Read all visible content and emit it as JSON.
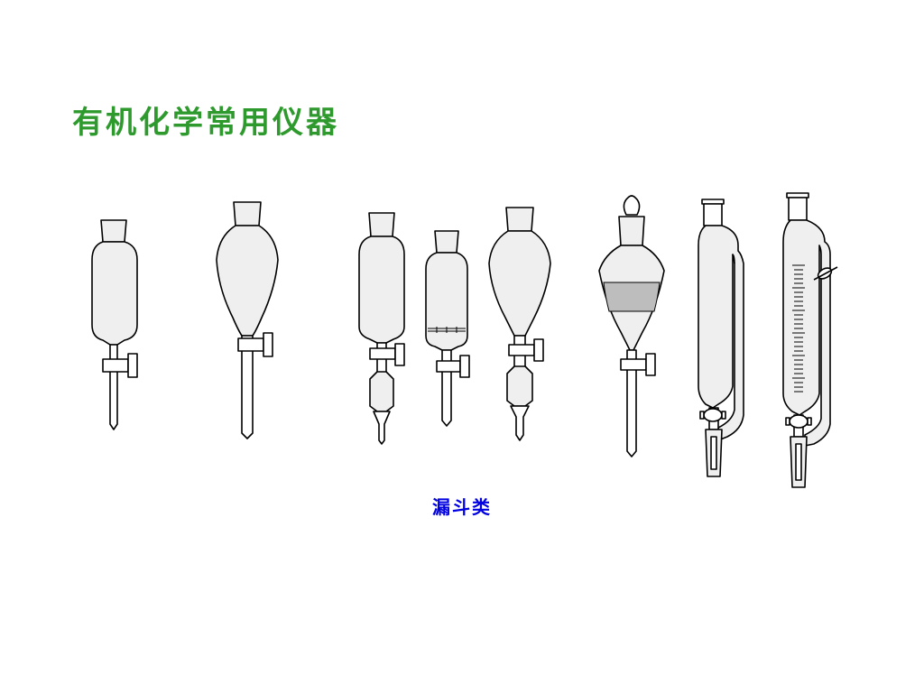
{
  "slide": {
    "title": "有机化学常用仪器",
    "caption": "漏斗类"
  },
  "colors": {
    "title": "#2e9a2e",
    "caption": "#0000e0",
    "glass": "#efefef",
    "liquid": "#bdbdbd"
  },
  "apparatus": [
    "cylindrical-separatory-funnel",
    "pear-shaped-separatory-funnel",
    "cylindrical-funnel-with-lower-bulb",
    "cylindrical-funnel-with-sieve-plate",
    "pear-funnel-with-lower-bulb",
    "globe-separatory-funnel-with-liquid",
    "pressure-equalizing-funnel",
    "graduated-pressure-equalizing-funnel"
  ]
}
